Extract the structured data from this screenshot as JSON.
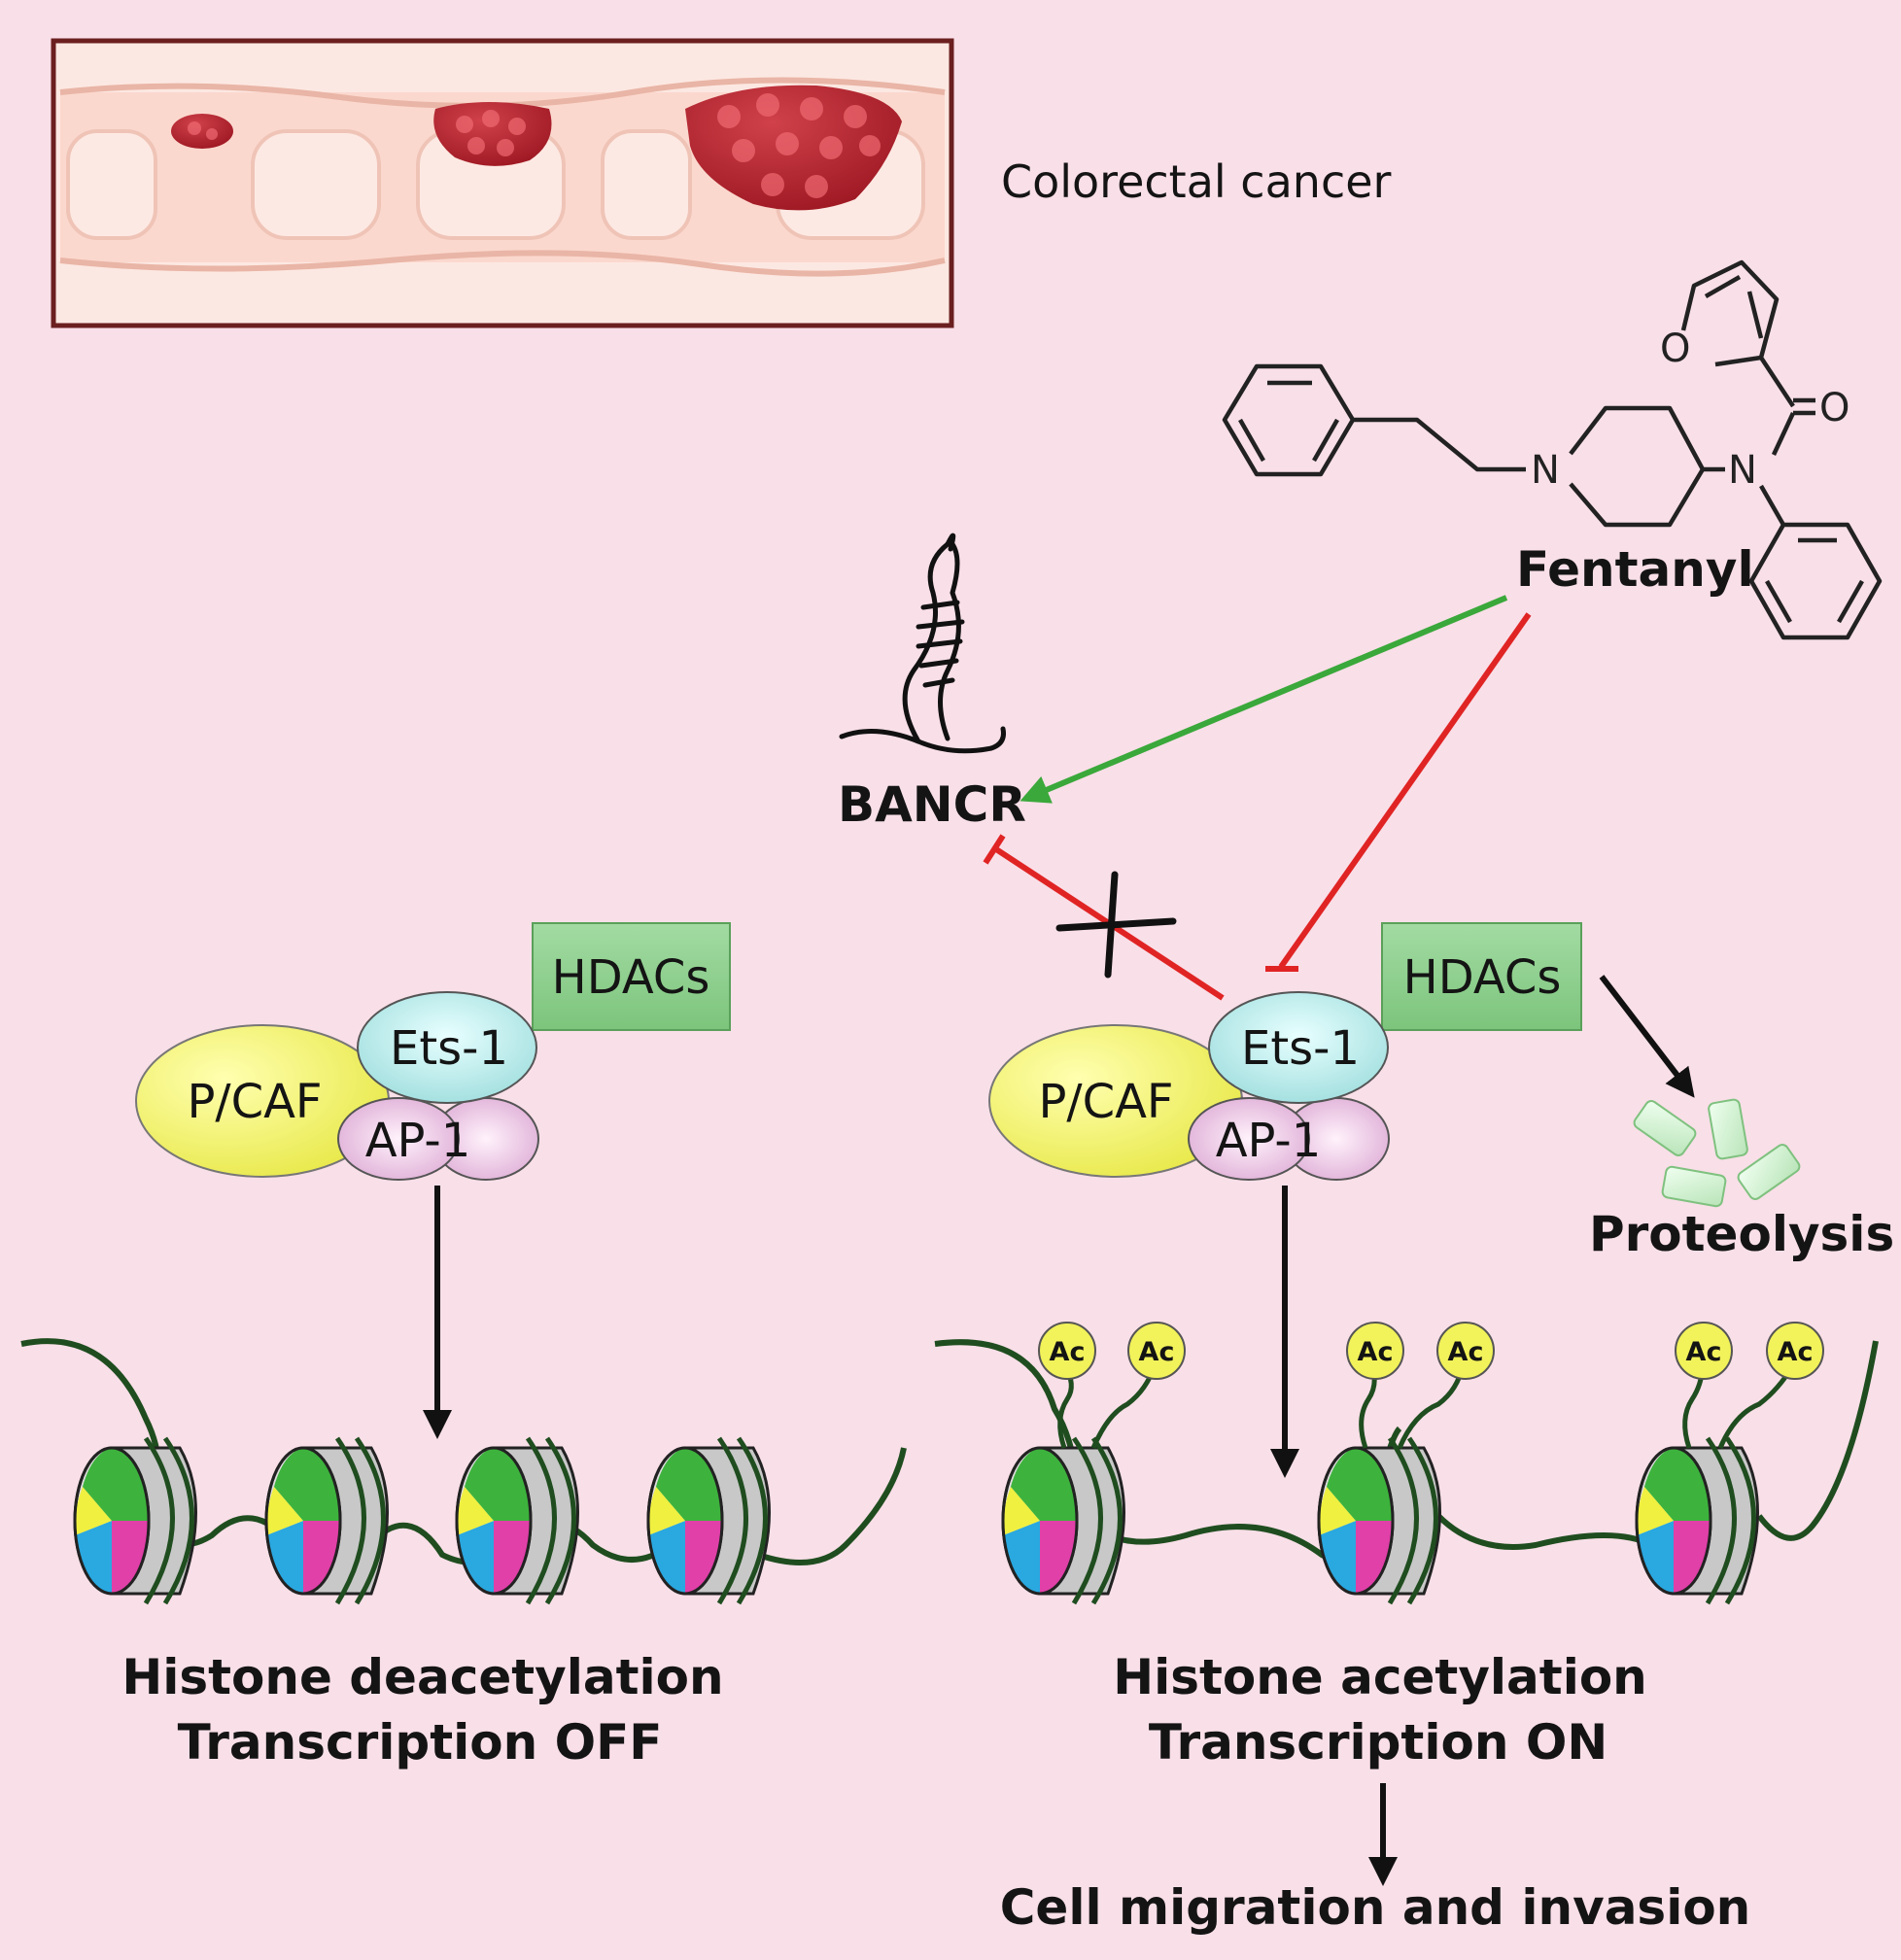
{
  "labels": {
    "colorectal": "Colorectal cancer",
    "fentanyl": "Fentanyl",
    "bancr": "BANCR",
    "proteolysis": "Proteolysis",
    "left_outcome_1": "Histone deacetylation",
    "left_outcome_2": "Transcription OFF",
    "right_outcome_1": "Histone acetylation",
    "right_outcome_2": "Transcription ON",
    "final_outcome": "Cell migration and invasion"
  },
  "left_complex": {
    "hdacs": "HDACs",
    "ets1": "Ets-1",
    "pcaf": "P/CAF",
    "ap1": "AP-1"
  },
  "right_complex": {
    "hdacs": "HDACs",
    "ets1": "Ets-1",
    "pcaf": "P/CAF",
    "ap1": "AP-1"
  },
  "acetyl_marks": [
    "Ac",
    "Ac",
    "Ac",
    "Ac",
    "Ac",
    "Ac"
  ],
  "molecule_atoms": {
    "n_piperidine": "N",
    "n_amide": "N",
    "o_carbonyl": "O",
    "o_furan": "O"
  },
  "colors": {
    "background": "#f9dfe8",
    "activation_arrow": "#3aa83a",
    "inhibition": "#e02424",
    "hdacs_box": "#8fd08f",
    "ets1": "#a8e4e4",
    "pcaf": "#f2f25a",
    "ap1": "#e8b8e0",
    "acetyl": "#f2f25a",
    "dna": "#1f4d1f",
    "panel_border": "#6b1f1f"
  }
}
